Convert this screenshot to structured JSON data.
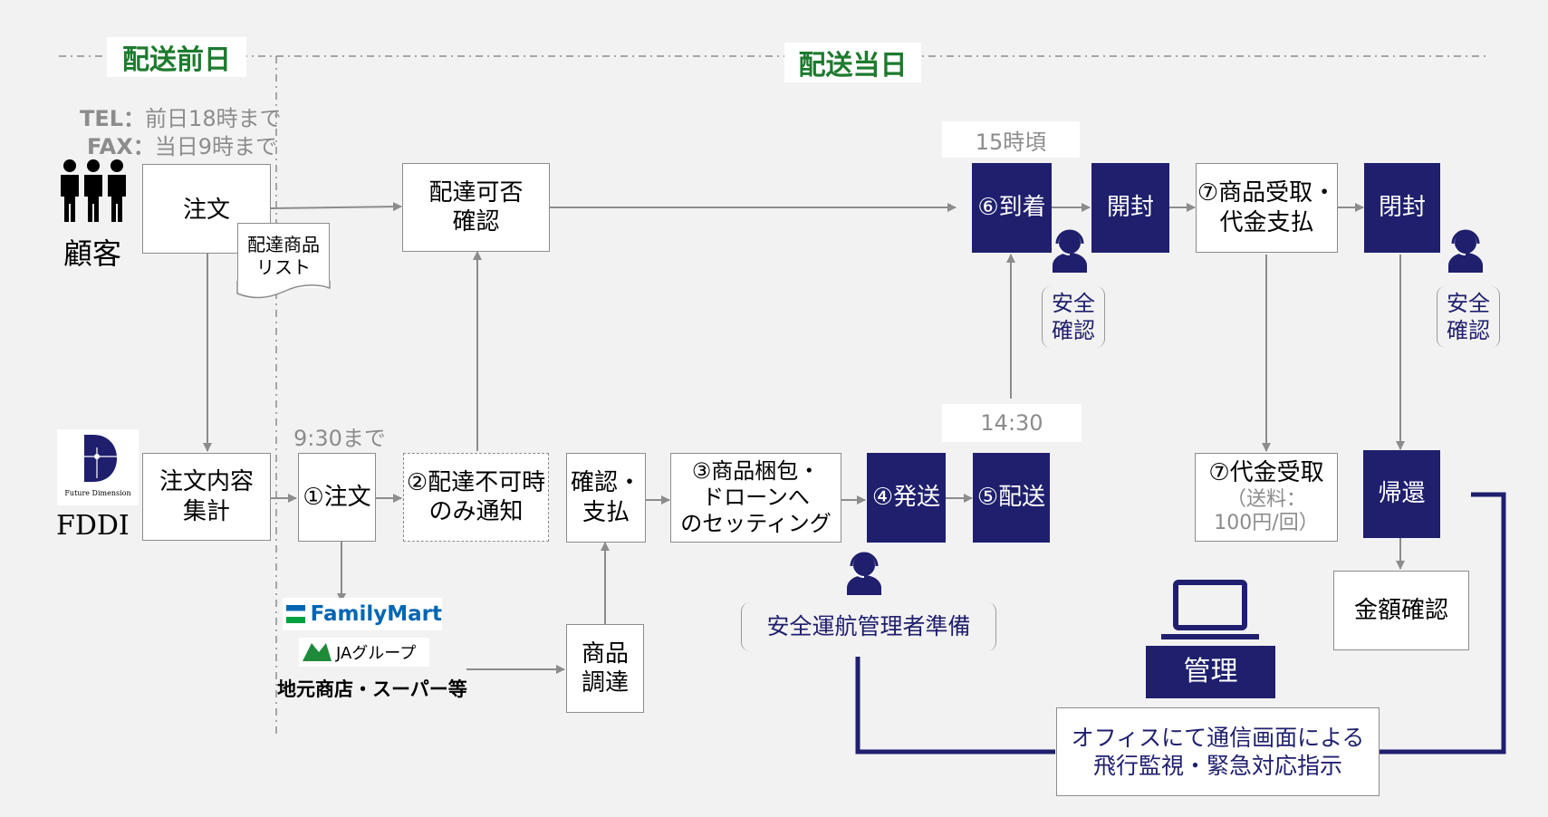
{
  "phases": {
    "prev_day": "配送前日",
    "same_day": "配送当日"
  },
  "contact": {
    "tel_key": "TEL：",
    "tel_val": "前日18時まで",
    "fax_key": "FAX：",
    "fax_val": "当日9時まで"
  },
  "actors": {
    "customer": "顧客",
    "fddi": "FDDI",
    "fddi_logo_text": "Future Dimension"
  },
  "times": {
    "arrival": "15時頃",
    "deadline": "9:30まで",
    "dispatch": "14:30"
  },
  "boxes": {
    "order": "注文",
    "doc": "配達商品\nリスト",
    "check": "配達可否\n確認",
    "arrive": "⑥到着",
    "open1": "開封",
    "receive": "⑦商品受取・\n代金支払",
    "close": "閉封",
    "aggregate": "注文内容\n集計",
    "order2": "①注文",
    "notify": "②配達不可時\nのみ通知",
    "confirm_pay": "確認・\n支払",
    "pack": "③商品梱包・\nドローンへ\nのセッティング",
    "send": "④発送",
    "deliver": "⑤配送",
    "collect_title": "⑦代金受取",
    "collect_sub": "（送料：\n100円/回）",
    "return": "帰還",
    "amount": "金額確認",
    "procure": "商品\n調達",
    "manage": "管理",
    "monitor": "オフィスにて通信画面による\n飛行監視・緊急対応指示"
  },
  "safety": {
    "check1": "安全\n確認",
    "check2": "安全\n確認",
    "prep": "安全運航管理者準備"
  },
  "stores": {
    "familymart": "FamilyMart",
    "ja": "JAグループ",
    "local": "地元商店・スーパー等"
  },
  "colors": {
    "navy": "#1f1f6e",
    "green": "#1e7a2e",
    "fm_green": "#00a040",
    "fm_blue": "#0066b3",
    "grey": "#8c8c8c"
  }
}
